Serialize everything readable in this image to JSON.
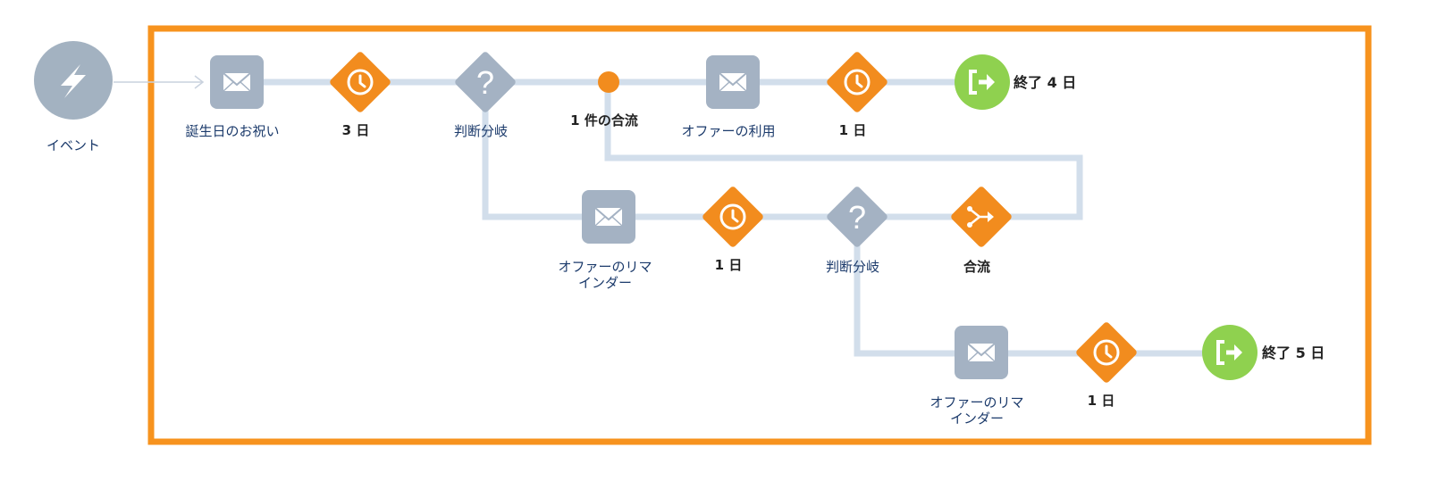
{
  "colors": {
    "frame": "#f7931e",
    "activity": "#f28c1e",
    "email": "#a4b2c3",
    "event": "#a3b2c1",
    "exit": "#8fd14f",
    "path": "#d2deeb"
  },
  "nodes": {
    "event": {
      "label": "イベント",
      "icon": "lightning-icon"
    },
    "email_birthday": {
      "label": "誕生日のお祝い",
      "icon": "envelope-icon"
    },
    "wait_1": {
      "label": "3 日",
      "icon": "clock-icon"
    },
    "split_1": {
      "label": "判断分岐",
      "icon": "question-icon"
    },
    "join_count": {
      "label": "1 件の合流"
    },
    "email_offer_use": {
      "label": "オファーの利用",
      "icon": "envelope-icon"
    },
    "wait_2": {
      "label": "1 日",
      "icon": "clock-icon"
    },
    "exit_1": {
      "label": "終了 4 日",
      "icon": "exit-icon"
    },
    "email_reminder_1": {
      "label_line1": "オファーのリマ",
      "label_line2": "インダー",
      "icon": "envelope-icon"
    },
    "wait_3": {
      "label": "1 日",
      "icon": "clock-icon"
    },
    "split_2": {
      "label": "判断分岐",
      "icon": "question-icon"
    },
    "join": {
      "label": "合流",
      "icon": "join-icon"
    },
    "email_reminder_2": {
      "label_line1": "オファーのリマ",
      "label_line2": "インダー",
      "icon": "envelope-icon"
    },
    "wait_4": {
      "label": "1 日",
      "icon": "clock-icon"
    },
    "exit_2": {
      "label": "終了 5 日",
      "icon": "exit-icon"
    }
  }
}
